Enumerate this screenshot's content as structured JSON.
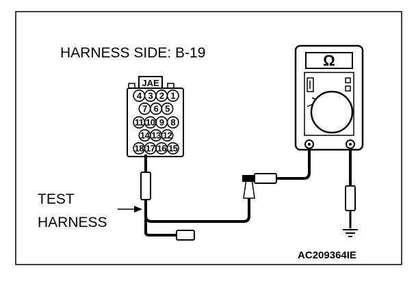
{
  "diagram": {
    "harness_label": "HARNESS SIDE: B-19",
    "connector_brand": "JAE",
    "test_harness_line1": "TEST",
    "test_harness_line2": "HARNESS",
    "figure_code": "AC209364IE",
    "meter_symbol": "Ω",
    "pin_rows": [
      [
        "4",
        "3",
        "2",
        "1"
      ],
      [
        "7",
        "6",
        "5"
      ],
      [
        "11",
        "10",
        "9",
        "8"
      ],
      [
        "14",
        "13",
        "12"
      ],
      [
        "18",
        "17",
        "16",
        "15"
      ]
    ]
  }
}
